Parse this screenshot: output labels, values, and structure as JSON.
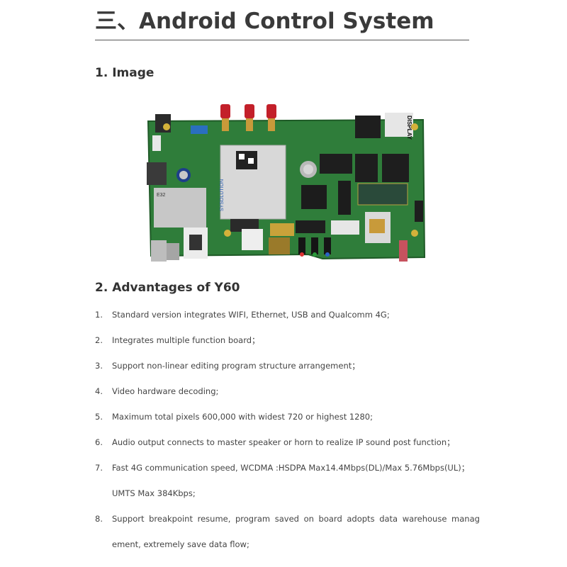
{
  "title": "三、Android Control System",
  "section1": {
    "heading": "1.  Image"
  },
  "board": {
    "module_text": "SYSOLUTION",
    "display_label": "DISPLAY",
    "chip_label": "E32"
  },
  "section2": {
    "heading": "2.  Advantages of Y60",
    "items": [
      {
        "num": "1.",
        "text": "Standard version integrates WIFI, Ethernet, USB and Qualcomm 4G;"
      },
      {
        "num": "2.",
        "text": "Integrates multiple function board；"
      },
      {
        "num": "3.",
        "text": "Support non-linear editing program structure arrangement；"
      },
      {
        "num": "4.",
        "text": "Video hardware decoding;"
      },
      {
        "num": "5.",
        "text": "Maximum total pixels 600,000 with widest 720 or highest 1280;"
      },
      {
        "num": "6.",
        "text": "Audio output connects to master speaker or horn to realize IP sound post function；"
      },
      {
        "num": "7.",
        "text": "Fast 4G communication speed, WCDMA :HSDPA Max14.4Mbps(DL)/Max 5.76Mbps(UL)；",
        "text2": "UMTS Max 384Kbps;"
      },
      {
        "num": "8.",
        "words": [
          "Support",
          "breakpoint",
          "resume,",
          "program",
          "saved",
          "on",
          "board",
          "adopts",
          "data",
          "warehouse",
          "manag"
        ],
        "text2": "ement, extremely save data flow;"
      }
    ]
  }
}
